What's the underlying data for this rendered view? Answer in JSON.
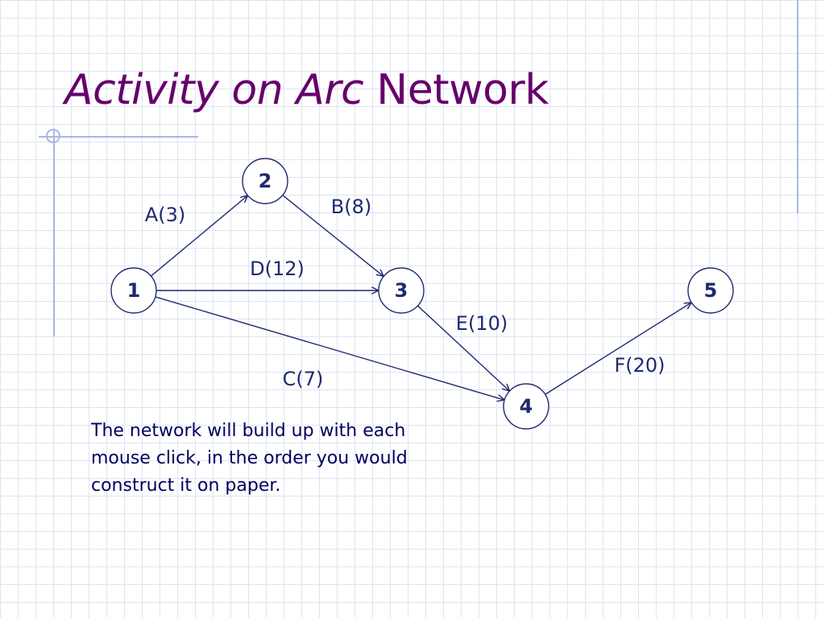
{
  "slide": {
    "title_italic": "Activity on Arc",
    "title_rest": "Network",
    "caption": "The network will build up with each\nmouse click, in the order you would\nconstruct it on paper."
  },
  "diagram": {
    "nodes": [
      {
        "id": "1",
        "label": "1"
      },
      {
        "id": "2",
        "label": "2"
      },
      {
        "id": "3",
        "label": "3"
      },
      {
        "id": "4",
        "label": "4"
      },
      {
        "id": "5",
        "label": "5"
      }
    ],
    "arcs": [
      {
        "from": "1",
        "to": "2",
        "label": "A(3)"
      },
      {
        "from": "2",
        "to": "3",
        "label": "B(8)"
      },
      {
        "from": "1",
        "to": "4",
        "label": "C(7)"
      },
      {
        "from": "1",
        "to": "3",
        "label": "D(12)"
      },
      {
        "from": "3",
        "to": "4",
        "label": "E(10)"
      },
      {
        "from": "4",
        "to": "5",
        "label": "F(20)"
      }
    ]
  },
  "colors": {
    "title": "#66006a",
    "diagram": "#1f2a6e",
    "caption": "#000060",
    "accent_lines": "#a9b7e0"
  }
}
